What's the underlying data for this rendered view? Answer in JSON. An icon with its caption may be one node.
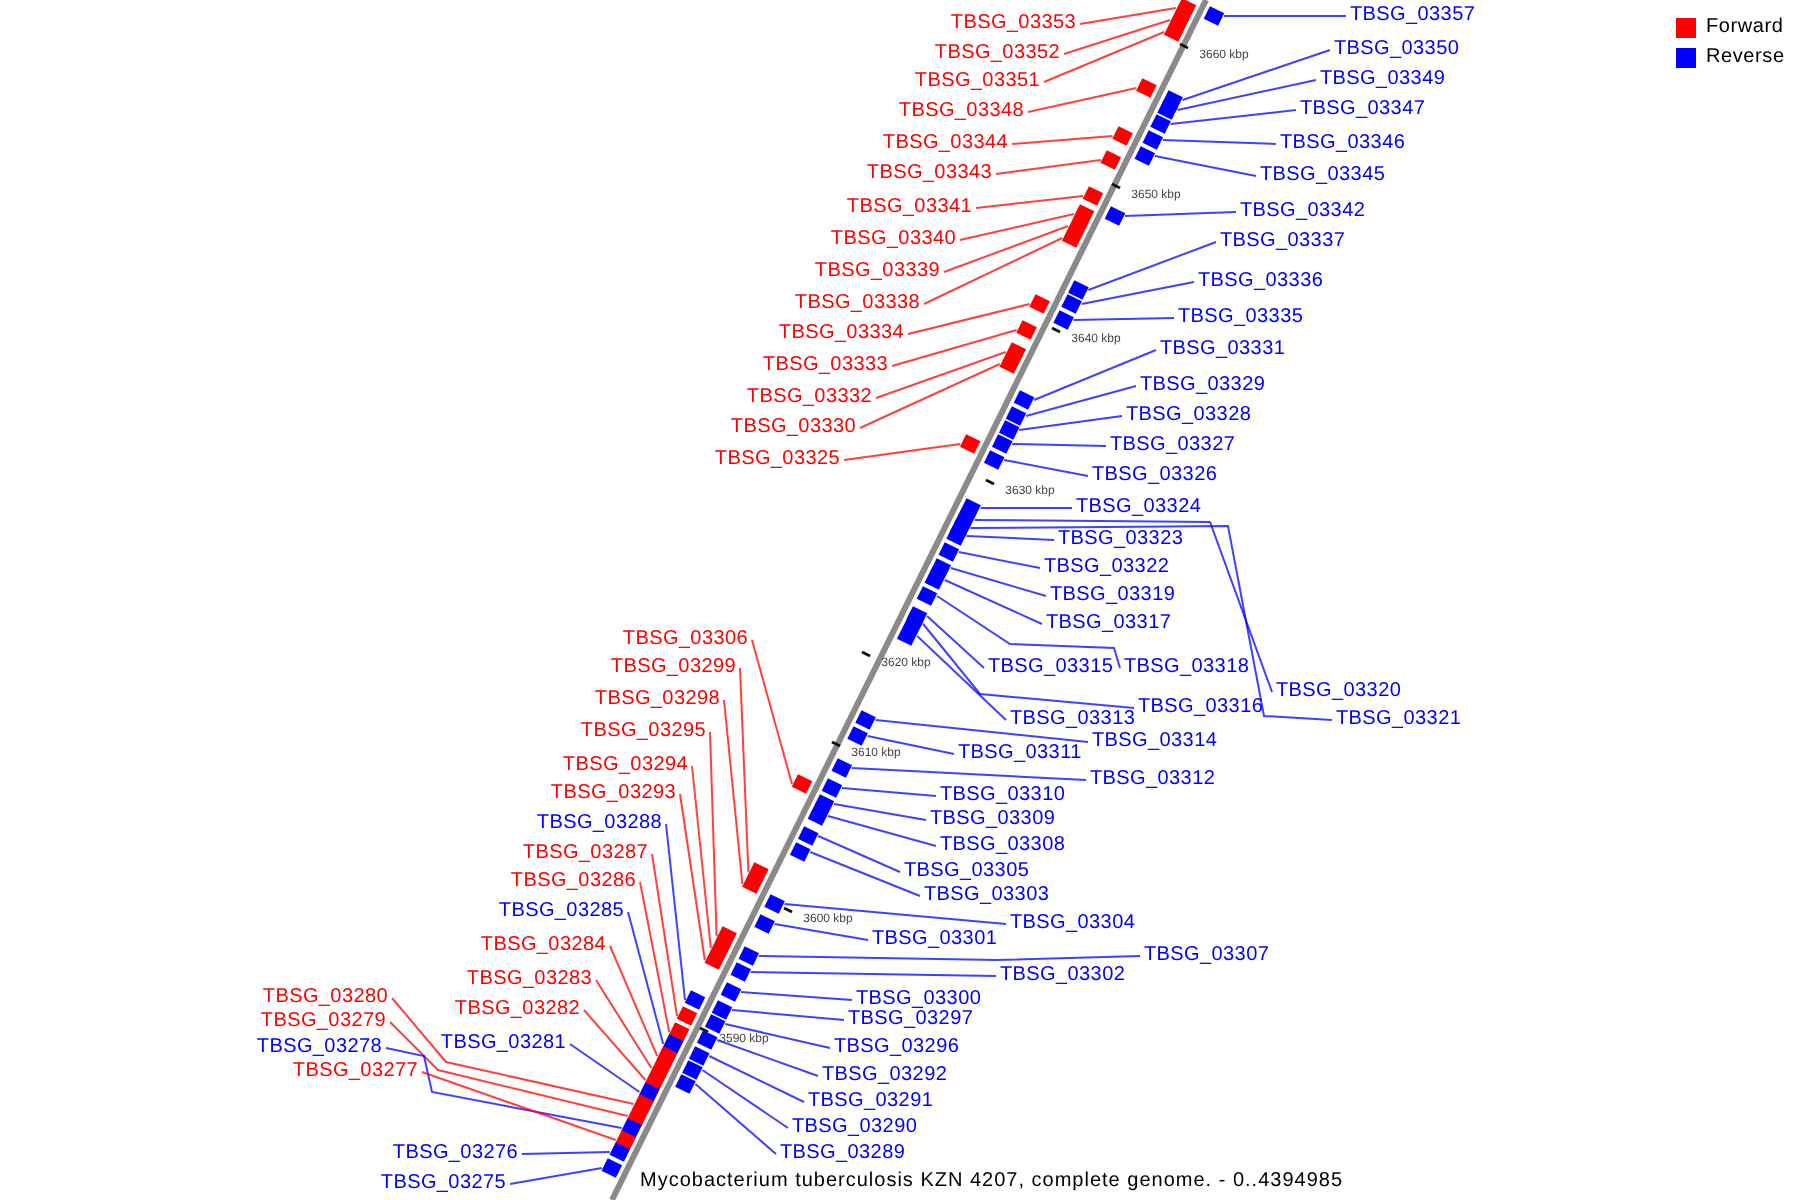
{
  "diagram": {
    "caption": "Mycobacterium tuberculosis KZN 4207, complete genome. - 0..4394985",
    "nodes": [
      {
        "text": [
          "TBSG_03353"
        ]
      },
      {
        "text": [
          "TBSG_03352"
        ]
      },
      {
        "text": [
          "TBSG_03351"
        ]
      },
      {
        "text": [
          "TBSG_03348"
        ]
      },
      {
        "text": [
          "TBSG_03344"
        ]
      },
      {
        "text": [
          "TBSG_03343"
        ]
      },
      {
        "text": [
          "TBSG_03341"
        ]
      },
      {
        "text": [
          "TBSG_03340"
        ]
      },
      {
        "text": [
          "TBSG_03339"
        ]
      },
      {
        "text": [
          "TBSG_03338"
        ]
      },
      {
        "text": [
          "TBSG_03334"
        ]
      },
      {
        "text": [
          "TBSG_03333"
        ]
      },
      {
        "text": [
          "TBSG_03332"
        ]
      },
      {
        "text": [
          "TBSG_03330"
        ]
      },
      {
        "text": [
          "TBSG_03325"
        ]
      },
      {
        "text": [
          "TBSG_03357"
        ]
      },
      {
        "text": [
          "TBSG_03350"
        ]
      },
      {
        "text": [
          "TBSG_03349"
        ]
      },
      {
        "text": [
          "TBSG_03347"
        ]
      },
      {
        "text": [
          "TBSG_03346"
        ]
      },
      {
        "text": [
          "TBSG_03345"
        ]
      },
      {
        "text": [
          "TBSG_03342"
        ]
      },
      {
        "text": [
          "TBSG_03337"
        ]
      },
      {
        "text": [
          "TBSG_03336"
        ]
      },
      {
        "text": [
          "TBSG_03335"
        ]
      },
      {
        "text": [
          "TBSG_03331"
        ]
      },
      {
        "text": [
          "TBSG_03329"
        ]
      },
      {
        "text": [
          "TBSG_03328"
        ]
      },
      {
        "text": [
          "TBSG_03327"
        ]
      },
      {
        "text": [
          "TBSG_03326"
        ]
      },
      {
        "text": [
          "TBSG_03324"
        ]
      },
      {
        "text": [
          "TBSG_03323"
        ]
      },
      {
        "text": [
          "TBSG_03322"
        ]
      },
      {
        "text": [
          "TBSG_03319"
        ]
      },
      {
        "text": [
          "TBSG_03317"
        ]
      },
      {
        "text": [
          "TBSG_03315"
        ]
      },
      {
        "text": [
          "TBSG_03318"
        ]
      },
      {
        "text": [
          "TBSG_03320"
        ]
      },
      {
        "text": [
          "TBSG_03321"
        ]
      },
      {
        "text": [
          "TBSG_03313"
        ]
      },
      {
        "text": [
          "TBSG_03316"
        ]
      },
      {
        "text": [
          "TBSG_03314"
        ]
      },
      {
        "text": [
          "TBSG_03311"
        ]
      },
      {
        "text": [
          "TBSG_03312"
        ]
      },
      {
        "text": [
          "TBSG_03310"
        ]
      },
      {
        "text": [
          "TBSG_03309"
        ]
      },
      {
        "text": [
          "TBSG_03308"
        ]
      },
      {
        "text": [
          "TBSG_03305"
        ]
      },
      {
        "text": [
          "TBSG_03303"
        ]
      },
      {
        "text": [
          "TBSG_03304"
        ]
      },
      {
        "text": [
          "TBSG_03301"
        ]
      },
      {
        "text": [
          "TBSG_03307"
        ]
      },
      {
        "text": [
          "TBSG_03302"
        ]
      },
      {
        "text": [
          "TBSG_03300"
        ]
      },
      {
        "text": [
          "TBSG_03297"
        ]
      },
      {
        "text": [
          "TBSG_03296"
        ]
      },
      {
        "text": [
          "TBSG_03292"
        ]
      },
      {
        "text": [
          "TBSG_03291"
        ]
      },
      {
        "text": [
          "TBSG_03290"
        ]
      },
      {
        "text": [
          "TBSG_03289"
        ]
      },
      {
        "text": [
          "TBSG_03306"
        ]
      },
      {
        "text": [
          "TBSG_03299"
        ]
      },
      {
        "text": [
          "TBSG_03298"
        ]
      },
      {
        "text": [
          "TBSG_03295"
        ]
      },
      {
        "text": [
          "TBSG_03294"
        ]
      },
      {
        "text": [
          "TBSG_03293"
        ]
      },
      {
        "text": [
          "TBSG_03288"
        ]
      },
      {
        "text": [
          "TBSG_03287"
        ]
      },
      {
        "text": [
          "TBSG_03286"
        ]
      },
      {
        "text": [
          "TBSG_03285"
        ]
      },
      {
        "text": [
          "TBSG_03284"
        ]
      },
      {
        "text": [
          "TBSG_03283"
        ]
      },
      {
        "text": [
          "TBSG_03282"
        ]
      },
      {
        "text": [
          "TBSG_03281"
        ]
      },
      {
        "text": [
          "TBSG_03280"
        ]
      },
      {
        "text": [
          "TBSG_03279"
        ]
      },
      {
        "text": [
          "TBSG_03278"
        ]
      },
      {
        "text": [
          "TBSG_03277"
        ]
      },
      {
        "text": [
          "TBSG_03276"
        ]
      },
      {
        "text": [
          "TBSG_03275"
        ]
      },
      {
        "text": [],
        "shape": "box"
      },
      {
        "text": [],
        "shape": "box"
      },
      {
        "text": [],
        "shape": "box"
      },
      {
        "text": [],
        "shape": "box"
      },
      {
        "text": [],
        "shape": "box"
      },
      {
        "text": [],
        "shape": "box"
      },
      {
        "text": [],
        "shape": "box"
      },
      {
        "text": [],
        "shape": "box"
      },
      {
        "text": [],
        "shape": "box"
      },
      {
        "text": [],
        "shape": "box"
      },
      {
        "text": [],
        "shape": "box"
      },
      {
        "text": [],
        "shape": "box"
      },
      {
        "text": [],
        "shape": "box"
      },
      {
        "text": [],
        "shape": "box"
      },
      {
        "text": [],
        "shape": "box"
      },
      {
        "text": [],
        "shape": "box"
      },
      {
        "text": [],
        "shape": "box"
      },
      {
        "text": [],
        "shape": "box"
      },
      {
        "text": [],
        "shape": "box"
      },
      {
        "text": [],
        "shape": "box"
      },
      {
        "text": [],
        "shape": "box"
      },
      {
        "text": [],
        "shape": "box"
      },
      {
        "text": [],
        "shape": "box"
      },
      {
        "text": [],
        "shape": "box"
      },
      {
        "text": [],
        "shape": "box"
      },
      {
        "text": [],
        "shape": "box"
      },
      {
        "text": [],
        "shape": "box"
      },
      {
        "text": [],
        "shape": "box"
      },
      {
        "text": [],
        "shape": "box"
      },
      {
        "text": [],
        "shape": "box"
      },
      {
        "text": [],
        "shape": "box"
      },
      {
        "text": [],
        "shape": "box"
      },
      {
        "text": [],
        "shape": "box"
      },
      {
        "text": [],
        "shape": "box"
      },
      {
        "text": [],
        "shape": "box"
      },
      {
        "text": [],
        "shape": "box"
      },
      {
        "text": [],
        "shape": "box"
      },
      {
        "text": [],
        "shape": "box"
      },
      {
        "text": [],
        "shape": "box"
      },
      {
        "text": [],
        "shape": "box"
      },
      {
        "text": [],
        "shape": "box"
      },
      {
        "text": [],
        "shape": "box"
      },
      {
        "text": [],
        "shape": "box"
      },
      {
        "text": [],
        "shape": "box"
      },
      {
        "text": [],
        "shape": "box"
      },
      {
        "text": [],
        "shape": "box"
      },
      {
        "text": [],
        "shape": "box"
      },
      {
        "text": [],
        "shape": "box"
      },
      {
        "text": [],
        "shape": "box"
      },
      {
        "text": [],
        "shape": "box"
      },
      {
        "text": [],
        "shape": "box"
      },
      {
        "text": [],
        "shape": "box"
      },
      {
        "text": [],
        "shape": "box"
      },
      {
        "text": [],
        "shape": "box"
      },
      {
        "text": [],
        "shape": "box"
      },
      {
        "text": [],
        "shape": "box"
      },
      {
        "text": [],
        "shape": "box"
      },
      {
        "text": [],
        "shape": "box"
      },
      {
        "text": [],
        "shape": "box"
      },
      {
        "text": [],
        "shape": "box"
      },
      {
        "text": [],
        "shape": "box"
      },
      {
        "text": [],
        "shape": "box"
      },
      {
        "text": [],
        "shape": "box"
      },
      {
        "text": [],
        "shape": "box"
      },
      {
        "text": [],
        "shape": "box"
      },
      {
        "text": [],
        "shape": "box"
      },
      {
        "text": [],
        "shape": "box"
      },
      {
        "text": [],
        "shape": "box"
      },
      {
        "text": [],
        "shape": "box"
      },
      {
        "text": [],
        "shape": "box"
      },
      {
        "text": [],
        "shape": "box"
      },
      {
        "text": [],
        "shape": "box"
      },
      {
        "text": [],
        "shape": "box"
      },
      {
        "text": [],
        "shape": "box"
      },
      {
        "text": [],
        "shape": "box"
      },
      {
        "text": [],
        "shape": "box"
      },
      {
        "text": [],
        "shape": "box"
      },
      {
        "text": [],
        "shape": "box"
      },
      {
        "text": [],
        "shape": "box"
      },
      {
        "text": [],
        "shape": "box"
      }
    ],
    "edges": [
      {
        "from": 0,
        "to": 80,
        "arrow": "none",
        "color": "#ff0000"
      },
      {
        "from": 1,
        "to": 82,
        "arrow": "none",
        "color": "#ff0000"
      },
      {
        "from": 2,
        "to": 83,
        "arrow": "none",
        "color": "#ff0000"
      },
      {
        "from": 3,
        "to": 84,
        "arrow": "none",
        "color": "#ff0000"
      },
      {
        "from": 4,
        "to": 88,
        "arrow": "none",
        "color": "#ff0000"
      },
      {
        "from": 5,
        "to": 91,
        "arrow": "none",
        "color": "#ff0000"
      },
      {
        "from": 6,
        "to": 92,
        "arrow": "none",
        "color": "#ff0000"
      },
      {
        "from": 7,
        "to": 93,
        "arrow": "none",
        "color": "#ff0000"
      },
      {
        "from": 8,
        "to": 95,
        "arrow": "none",
        "color": "#ff0000"
      },
      {
        "from": 9,
        "to": 96,
        "arrow": "none",
        "color": "#ff0000"
      },
      {
        "from": 10,
        "to": 98,
        "arrow": "none",
        "color": "#ff0000"
      },
      {
        "from": 11,
        "to": 101,
        "arrow": "none",
        "color": "#ff0000"
      },
      {
        "from": 12,
        "to": 102,
        "arrow": "none",
        "color": "#ff0000"
      },
      {
        "from": 13,
        "to": 103,
        "arrow": "none",
        "color": "#ff0000"
      },
      {
        "from": 14,
        "to": 107,
        "arrow": "none",
        "color": "#ff0000"
      },
      {
        "from": 15,
        "to": 81,
        "arrow": "none"
      },
      {
        "from": 16,
        "to": 85,
        "arrow": "none"
      },
      {
        "from": 17,
        "to": 86,
        "arrow": "none"
      },
      {
        "from": 18,
        "to": 87,
        "arrow": "none"
      },
      {
        "from": 19,
        "to": 89,
        "arrow": "none"
      },
      {
        "from": 20,
        "to": 90,
        "arrow": "none"
      },
      {
        "from": 21,
        "to": 94,
        "arrow": "none"
      },
      {
        "from": 22,
        "to": 97,
        "arrow": "none"
      },
      {
        "from": 23,
        "to": 99,
        "arrow": "none"
      },
      {
        "from": 24,
        "to": 100,
        "arrow": "none"
      },
      {
        "from": 25,
        "to": 104,
        "arrow": "none"
      },
      {
        "from": 26,
        "to": 105,
        "arrow": "none"
      },
      {
        "from": 27,
        "to": 106,
        "arrow": "none"
      },
      {
        "from": 28,
        "to": 108,
        "arrow": "none"
      },
      {
        "from": 29,
        "to": 109,
        "arrow": "none"
      },
      {
        "from": 30,
        "to": 110,
        "arrow": "none"
      },
      {
        "from": 31,
        "to": 113,
        "arrow": "none"
      },
      {
        "from": 32,
        "to": 114,
        "arrow": "none"
      },
      {
        "from": 33,
        "to": 115,
        "arrow": "none"
      },
      {
        "from": 34,
        "to": 116,
        "arrow": "none"
      },
      {
        "from": 35,
        "to": 118,
        "arrow": "none"
      },
      {
        "from": 36,
        "to": 117,
        "arrow": "none"
      },
      {
        "from": 37,
        "to": 111,
        "arrow": "none"
      },
      {
        "from": 38,
        "to": 112,
        "arrow": "none"
      },
      {
        "from": 39,
        "to": 120,
        "arrow": "none"
      },
      {
        "from": 40,
        "to": 119,
        "arrow": "none"
      },
      {
        "from": 41,
        "to": 121,
        "arrow": "none"
      },
      {
        "from": 42,
        "to": 122,
        "arrow": "none"
      },
      {
        "from": 43,
        "to": 123,
        "arrow": "none"
      },
      {
        "from": 44,
        "to": 125,
        "arrow": "none"
      },
      {
        "from": 45,
        "to": 126,
        "arrow": "none"
      },
      {
        "from": 46,
        "to": 127,
        "arrow": "none"
      },
      {
        "from": 47,
        "to": 128,
        "arrow": "none"
      },
      {
        "from": 48,
        "to": 129,
        "arrow": "none"
      },
      {
        "from": 49,
        "to": 132,
        "arrow": "none"
      },
      {
        "from": 50,
        "to": 133,
        "arrow": "none"
      },
      {
        "from": 51,
        "to": 136,
        "arrow": "none"
      },
      {
        "from": 52,
        "to": 138,
        "arrow": "none"
      },
      {
        "from": 53,
        "to": 139,
        "arrow": "none"
      },
      {
        "from": 54,
        "to": 141,
        "arrow": "none"
      },
      {
        "from": 55,
        "to": 143,
        "arrow": "none"
      },
      {
        "from": 56,
        "to": 145,
        "arrow": "none"
      },
      {
        "from": 57,
        "to": 148,
        "arrow": "none"
      },
      {
        "from": 58,
        "to": 150,
        "arrow": "none"
      },
      {
        "from": 59,
        "to": 152,
        "arrow": "none"
      },
      {
        "from": 60,
        "to": 124,
        "arrow": "none",
        "color": "#ff0000"
      },
      {
        "from": 61,
        "to": 130,
        "arrow": "none",
        "color": "#ff0000"
      },
      {
        "from": 62,
        "to": 131,
        "arrow": "none",
        "color": "#ff0000"
      },
      {
        "from": 63,
        "to": 134,
        "arrow": "none",
        "color": "#ff0000"
      },
      {
        "from": 64,
        "to": 135,
        "arrow": "none",
        "color": "#ff0000"
      },
      {
        "from": 65,
        "to": 137,
        "arrow": "none",
        "color": "#ff0000"
      },
      {
        "from": 66,
        "to": 140,
        "arrow": "none"
      },
      {
        "from": 67,
        "to": 142,
        "arrow": "none",
        "color": "#ff0000"
      },
      {
        "from": 68,
        "to": 144,
        "arrow": "none",
        "color": "#ff0000"
      },
      {
        "from": 69,
        "to": 146,
        "arrow": "none"
      },
      {
        "from": 70,
        "to": 147,
        "arrow": "none",
        "color": "#ff0000"
      },
      {
        "from": 71,
        "to": 149,
        "arrow": "none",
        "color": "#ff0000"
      },
      {
        "from": 72,
        "to": 151,
        "arrow": "none",
        "color": "#ff0000"
      },
      {
        "from": 73,
        "to": 153,
        "arrow": "none"
      },
      {
        "from": 74,
        "to": 154,
        "arrow": "none",
        "color": "#ff0000"
      },
      {
        "from": 75,
        "to": 155,
        "arrow": "none",
        "color": "#ff0000"
      },
      {
        "from": 76,
        "to": 156,
        "arrow": "none"
      },
      {
        "from": 77,
        "to": 157,
        "arrow": "none",
        "color": "#ff0000"
      },
      {
        "from": 78,
        "to": 158,
        "arrow": "none"
      },
      {
        "from": 79,
        "to": 159,
        "arrow": "none"
      }
    ],
    "labels": [
      "3660 kbp",
      "3650 kbp",
      "3640 kbp",
      "3630 kbp",
      "3620 kbp",
      "3610 kbp",
      "3600 kbp",
      "3590 kbp"
    ],
    "legend": [
      {
        "text": "Forward",
        "color": "#ff0000"
      },
      {
        "text": "Reverse",
        "color": "#0000ff"
      }
    ]
  }
}
